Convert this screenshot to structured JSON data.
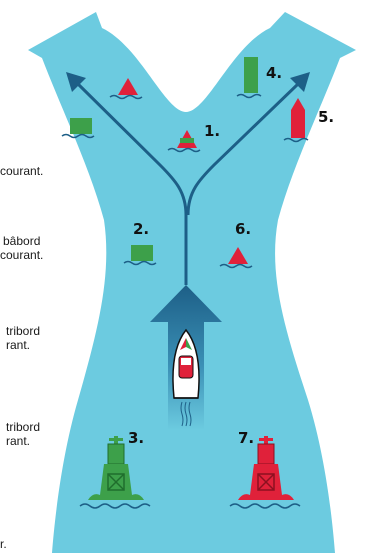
{
  "side_text": [
    "courant.",
    "bâbord",
    "courant.",
    "tribord",
    "rant.",
    "tribord",
    "rant.",
    "r."
  ],
  "buoy_numbers": [
    "1.",
    "2.",
    "3.",
    "4.",
    "5.",
    "6.",
    "7."
  ],
  "colors": {
    "water": "#6ccbe0",
    "arrow": "#1d5f87",
    "green": "#3da04a",
    "red": "#e0213a",
    "wave": "#1d5f87"
  },
  "icons": [
    "channel-arrow-icon",
    "boat-icon",
    "can-buoy-icon",
    "nun-buoy-icon",
    "lighthouse-buoy-icon",
    "preferred-channel-buoy-icon"
  ]
}
